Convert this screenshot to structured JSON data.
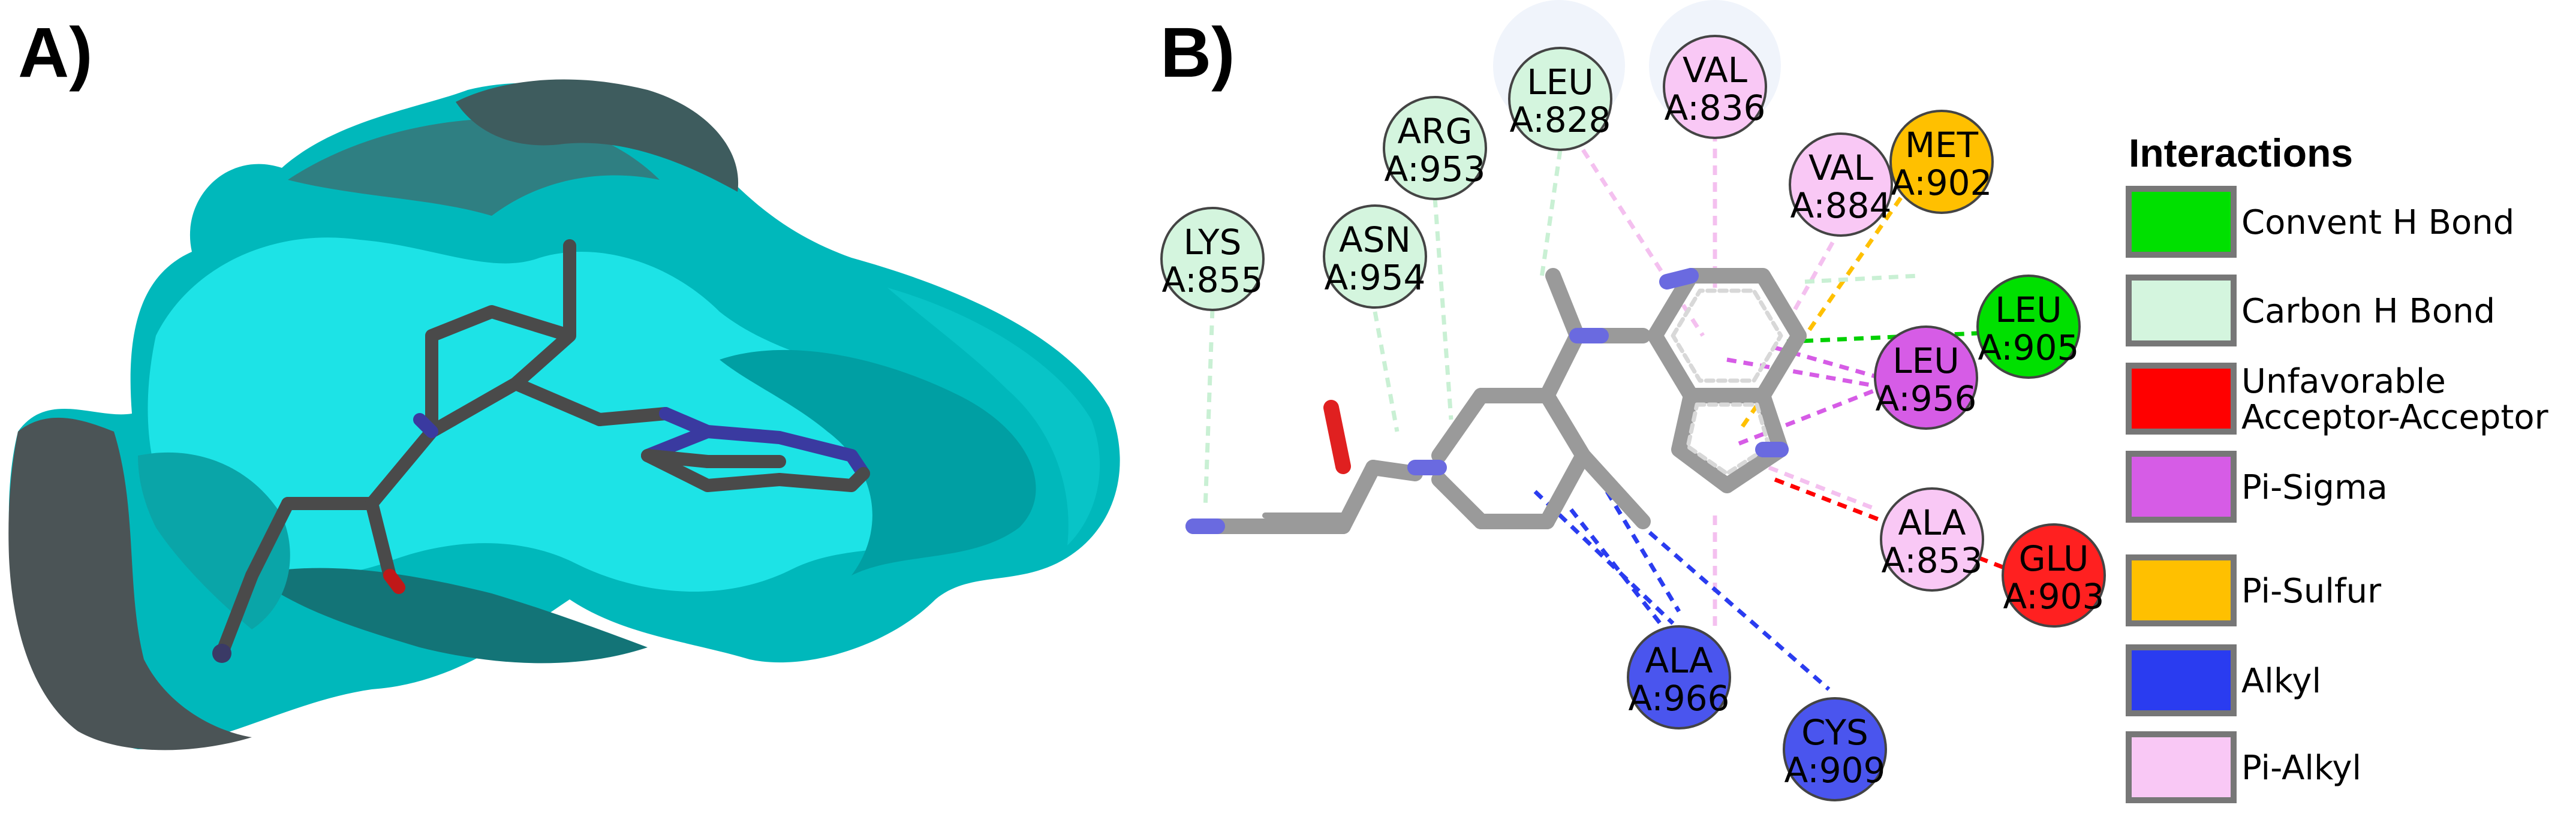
{
  "panels": {
    "a_label": "A)",
    "b_label": "B)"
  },
  "residues": [
    {
      "name": "LYS",
      "chain": "A:855",
      "type": "carbon_h_bond"
    },
    {
      "name": "ASN",
      "chain": "A:954",
      "type": "carbon_h_bond"
    },
    {
      "name": "ARG",
      "chain": "A:953",
      "type": "carbon_h_bond"
    },
    {
      "name": "LEU",
      "chain": "A:828",
      "type": "carbon_h_bond"
    },
    {
      "name": "VAL",
      "chain": "A:836",
      "type": "pi_alkyl"
    },
    {
      "name": "VAL",
      "chain": "A:884",
      "type": "pi_alkyl"
    },
    {
      "name": "MET",
      "chain": "A:902",
      "type": "pi_sulfur"
    },
    {
      "name": "LEU",
      "chain": "A:905",
      "type": "conventional_h_bond"
    },
    {
      "name": "LEU",
      "chain": "A:956",
      "type": "pi_sigma"
    },
    {
      "name": "ALA",
      "chain": "A:853",
      "type": "pi_alkyl"
    },
    {
      "name": "GLU",
      "chain": "A:903",
      "type": "unfavorable"
    },
    {
      "name": "ALA",
      "chain": "A:966",
      "type": "alkyl"
    },
    {
      "name": "CYS",
      "chain": "A:909",
      "type": "alkyl"
    }
  ],
  "legend": {
    "title": "Interactions",
    "items": [
      {
        "label": "Convent H Bond",
        "color": "#00e000"
      },
      {
        "label": "Carbon H Bond",
        "color": "#d4f5de"
      },
      {
        "label": "Unfavorable",
        "label2": "Acceptor-Acceptor",
        "color": "#ff0000"
      },
      {
        "label": "Pi-Sigma",
        "color": "#d65ce6"
      },
      {
        "label": "Pi-Sulfur",
        "color": "#ffc000"
      },
      {
        "label": "Alkyl",
        "color": "#2a3cf0"
      },
      {
        "label": "Pi-Alkyl",
        "color": "#f9c8f5"
      }
    ]
  },
  "colors": {
    "surface": "#00d6d9",
    "surface_dark": "#187a7d",
    "ligand": "#4a4a4a",
    "nitrogen": "#3a3aa0",
    "oxygen": "#c01818"
  }
}
